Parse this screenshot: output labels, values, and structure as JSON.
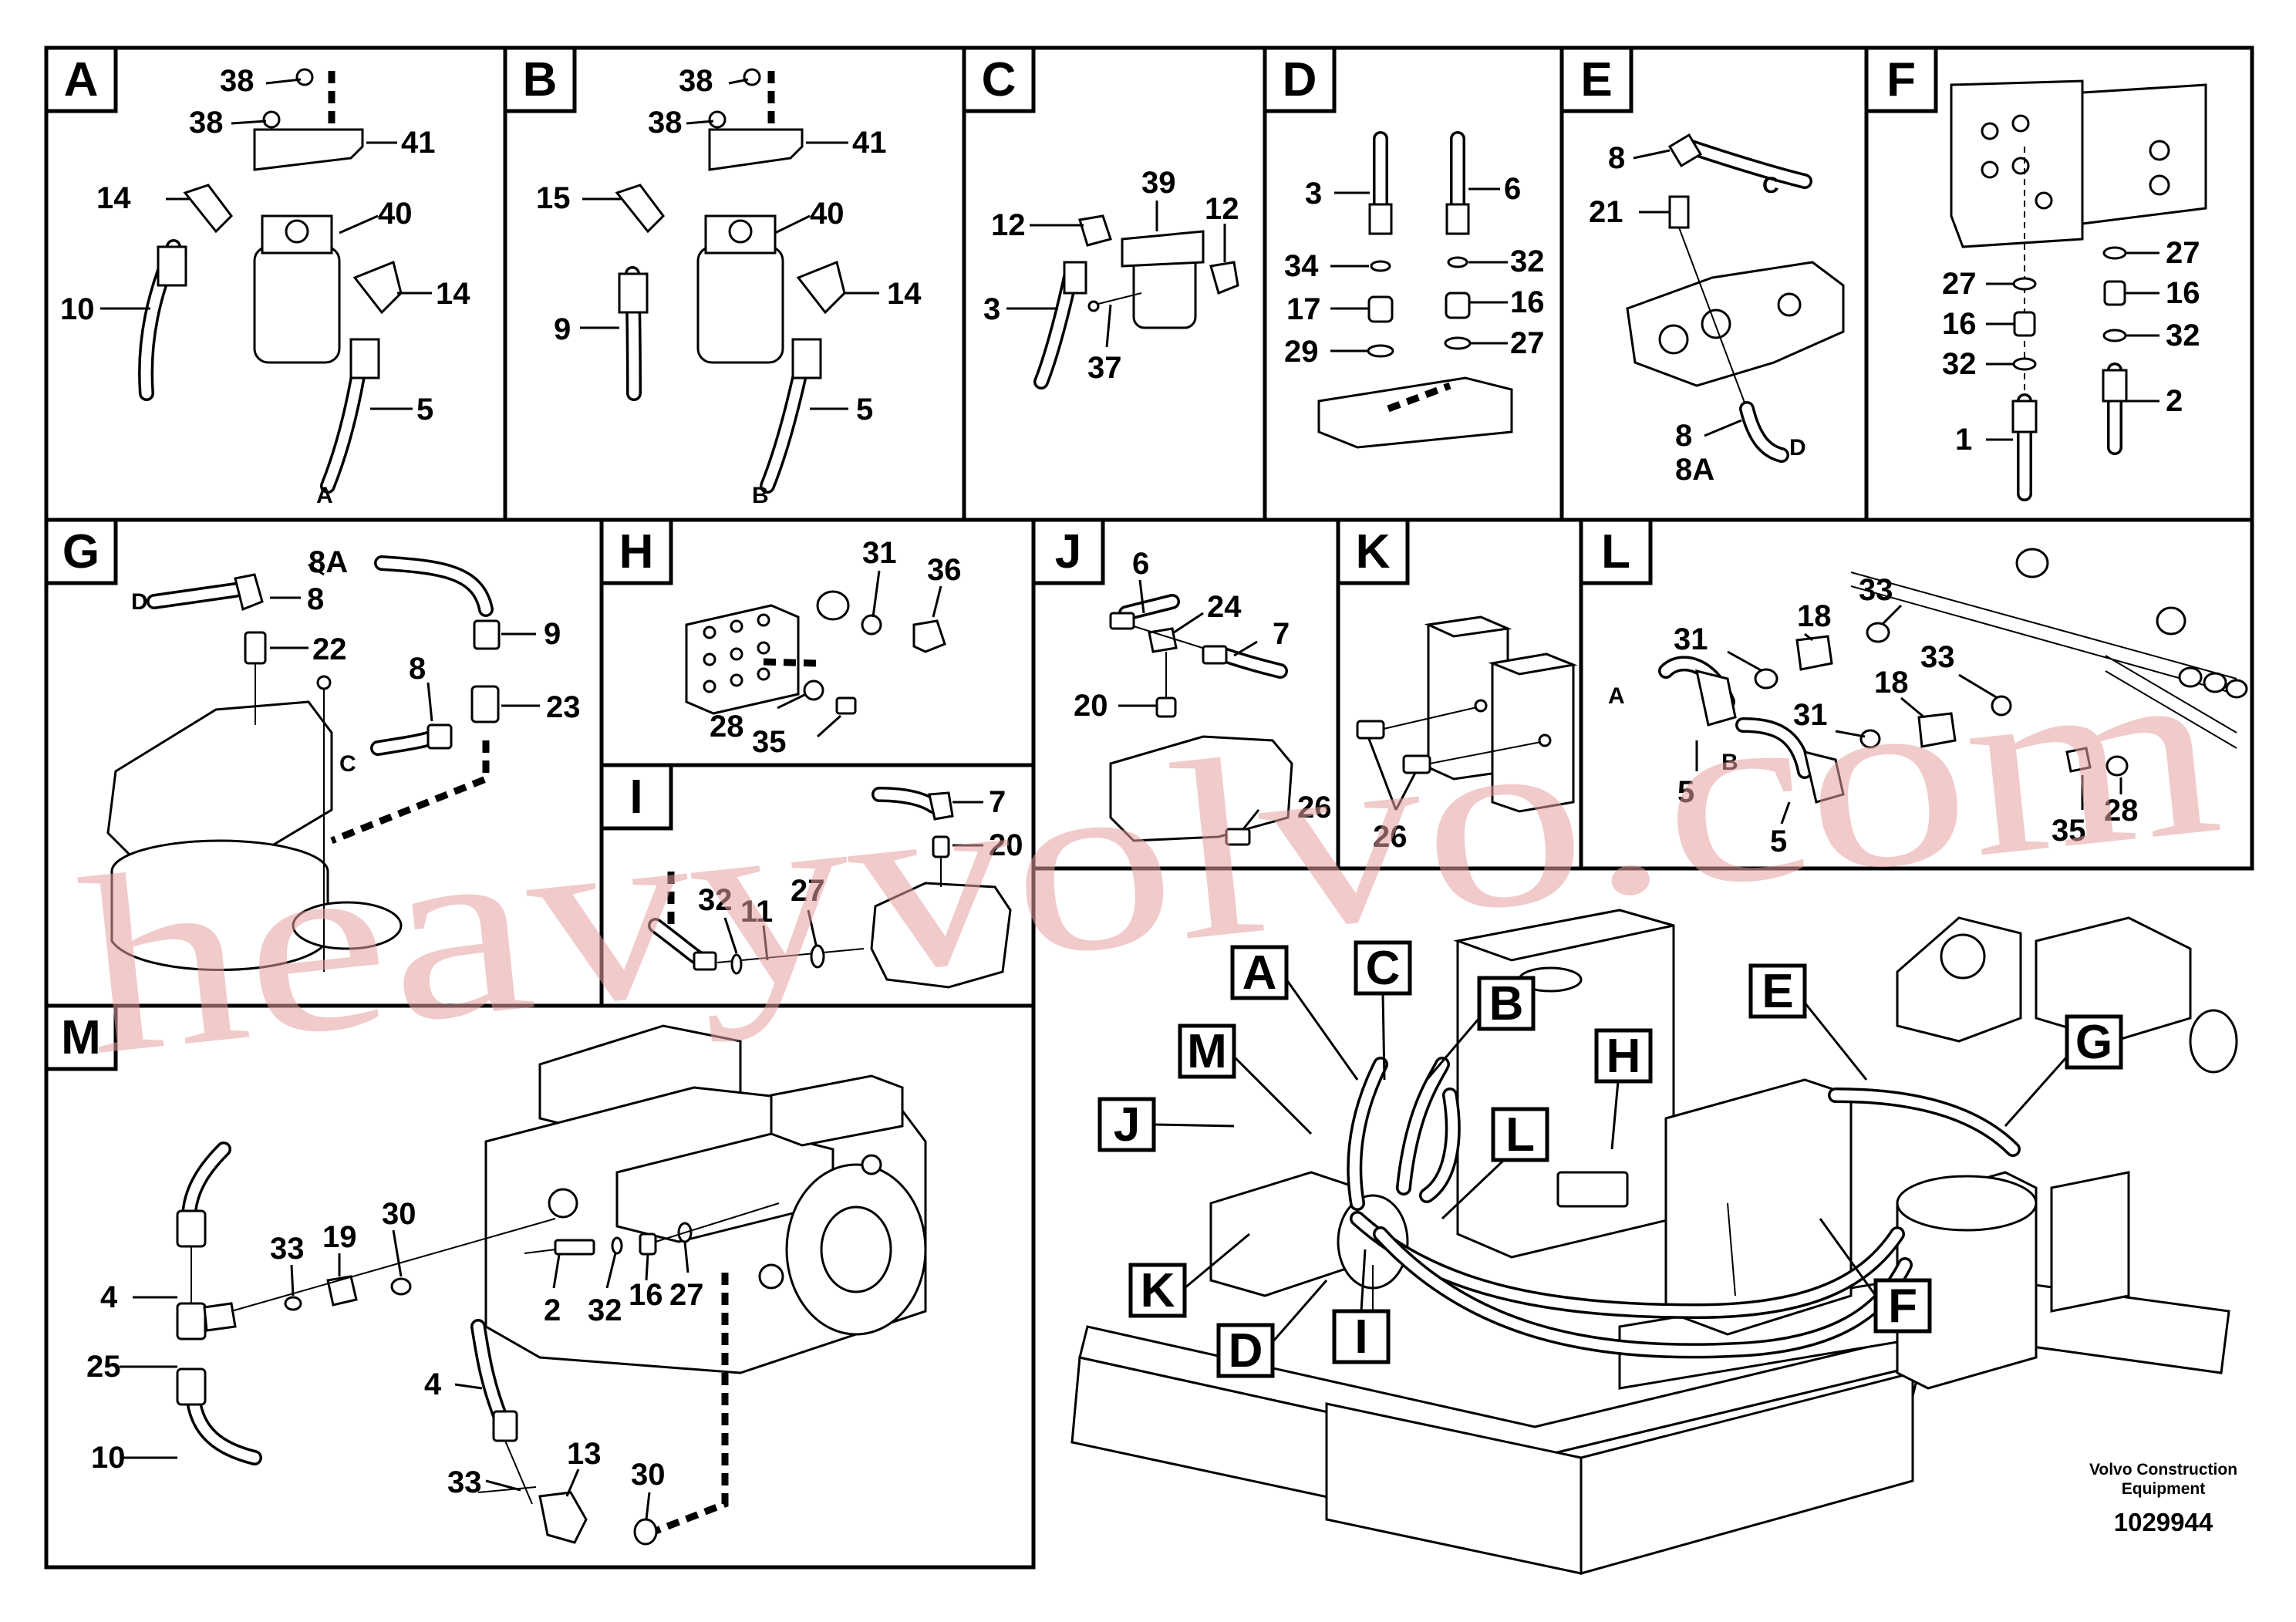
{
  "panels": [
    {
      "id": "A",
      "labels": [
        "38",
        "38",
        "41",
        "14",
        "40",
        "10",
        "14",
        "5"
      ],
      "hose_ends": [
        "A"
      ]
    },
    {
      "id": "B",
      "labels": [
        "38",
        "38",
        "41",
        "15",
        "40",
        "9",
        "14",
        "5"
      ],
      "hose_ends": [
        "B"
      ]
    },
    {
      "id": "C",
      "labels": [
        "39",
        "12",
        "12",
        "3",
        "37"
      ],
      "hose_ends": []
    },
    {
      "id": "D",
      "labels": [
        "3",
        "6",
        "34",
        "32",
        "17",
        "16",
        "29",
        "27"
      ],
      "hose_ends": []
    },
    {
      "id": "E",
      "labels": [
        "8",
        "21",
        "8",
        "8A"
      ],
      "hose_ends": [
        "C",
        "D"
      ]
    },
    {
      "id": "F",
      "labels": [
        "27",
        "27",
        "16",
        "16",
        "32",
        "32",
        "2",
        "1"
      ],
      "hose_ends": []
    },
    {
      "id": "G",
      "labels": [
        "8A",
        "8",
        "22",
        "9",
        "8",
        "23"
      ],
      "hose_ends": [
        "D",
        "C"
      ]
    },
    {
      "id": "H",
      "labels": [
        "31",
        "36",
        "28",
        "35"
      ],
      "hose_ends": []
    },
    {
      "id": "I",
      "labels": [
        "7",
        "20",
        "32",
        "27",
        "11"
      ],
      "hose_ends": []
    },
    {
      "id": "J",
      "labels": [
        "6",
        "24",
        "7",
        "20",
        "26"
      ],
      "hose_ends": []
    },
    {
      "id": "K",
      "labels": [
        "26"
      ],
      "hose_ends": []
    },
    {
      "id": "L",
      "labels": [
        "31",
        "18",
        "33",
        "31",
        "18",
        "33",
        "5",
        "5",
        "35",
        "28"
      ],
      "hose_ends": [
        "A",
        "B"
      ]
    },
    {
      "id": "M",
      "labels": [
        "30",
        "33",
        "19",
        "16",
        "27",
        "2",
        "32",
        "4",
        "25",
        "10",
        "4",
        "30",
        "33",
        "13"
      ],
      "hose_ends": []
    }
  ],
  "overview": {
    "callouts": [
      "A",
      "C",
      "B",
      "M",
      "J",
      "H",
      "L",
      "E",
      "G",
      "K",
      "D",
      "I",
      "F"
    ]
  },
  "credit": {
    "line1": "Volvo Construction",
    "line2": "Equipment"
  },
  "doc_number": "1029944",
  "watermark": "heavyvolvo.com"
}
